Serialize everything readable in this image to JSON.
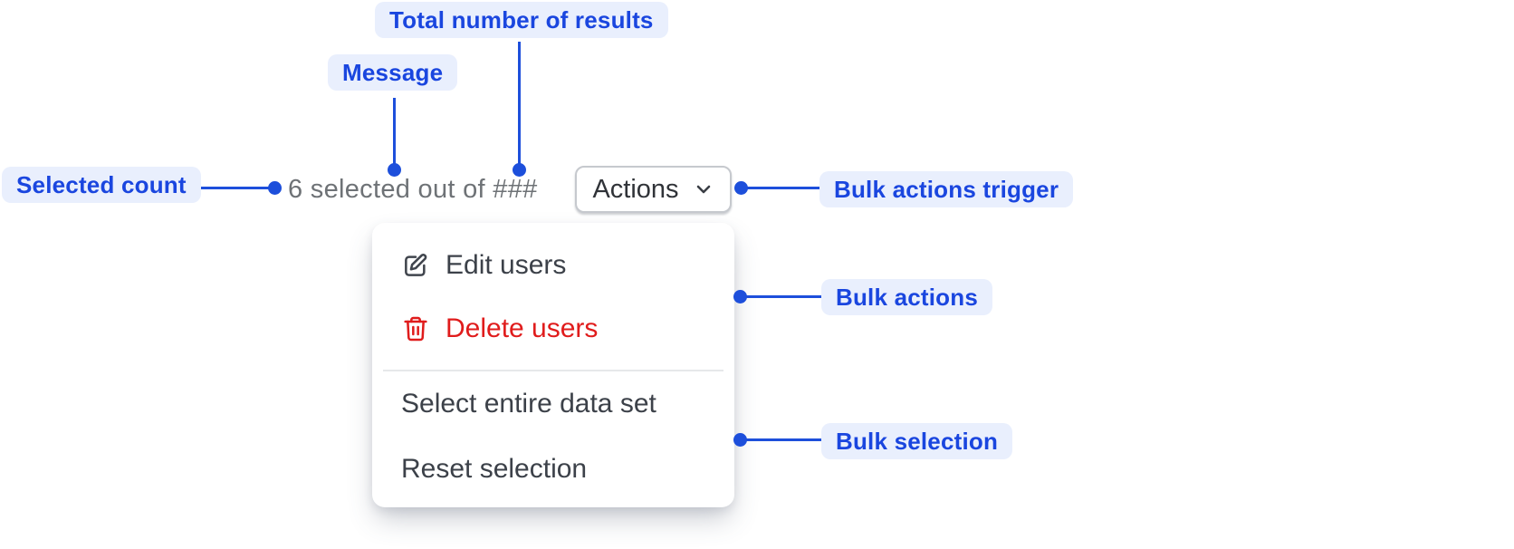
{
  "annotations": {
    "total_results": "Total number of results",
    "message": "Message",
    "selected_count": "Selected count",
    "bulk_actions_trigger": "Bulk actions trigger",
    "bulk_actions": "Bulk actions",
    "bulk_selection": "Bulk selection"
  },
  "component": {
    "status_text": "6 selected out of ###",
    "actions_button": {
      "label": "Actions",
      "icon": "chevron-down-icon"
    },
    "menu": {
      "items": [
        {
          "label": "Edit users",
          "icon": "edit-icon",
          "variant": "default"
        },
        {
          "label": "Delete users",
          "icon": "trash-icon",
          "variant": "destructive"
        },
        {
          "label": "Select entire data set",
          "variant": "default"
        },
        {
          "label": "Reset selection",
          "variant": "default"
        }
      ]
    }
  },
  "colors": {
    "chip_background": "#e9effd",
    "chip_text": "#1a46df",
    "connector": "#1d4fdb",
    "status_text": "#6e7276",
    "menu_text": "#3c4149",
    "destructive": "#e01c1c",
    "button_border": "#c6c9ce",
    "divider": "#e6e8ea"
  }
}
